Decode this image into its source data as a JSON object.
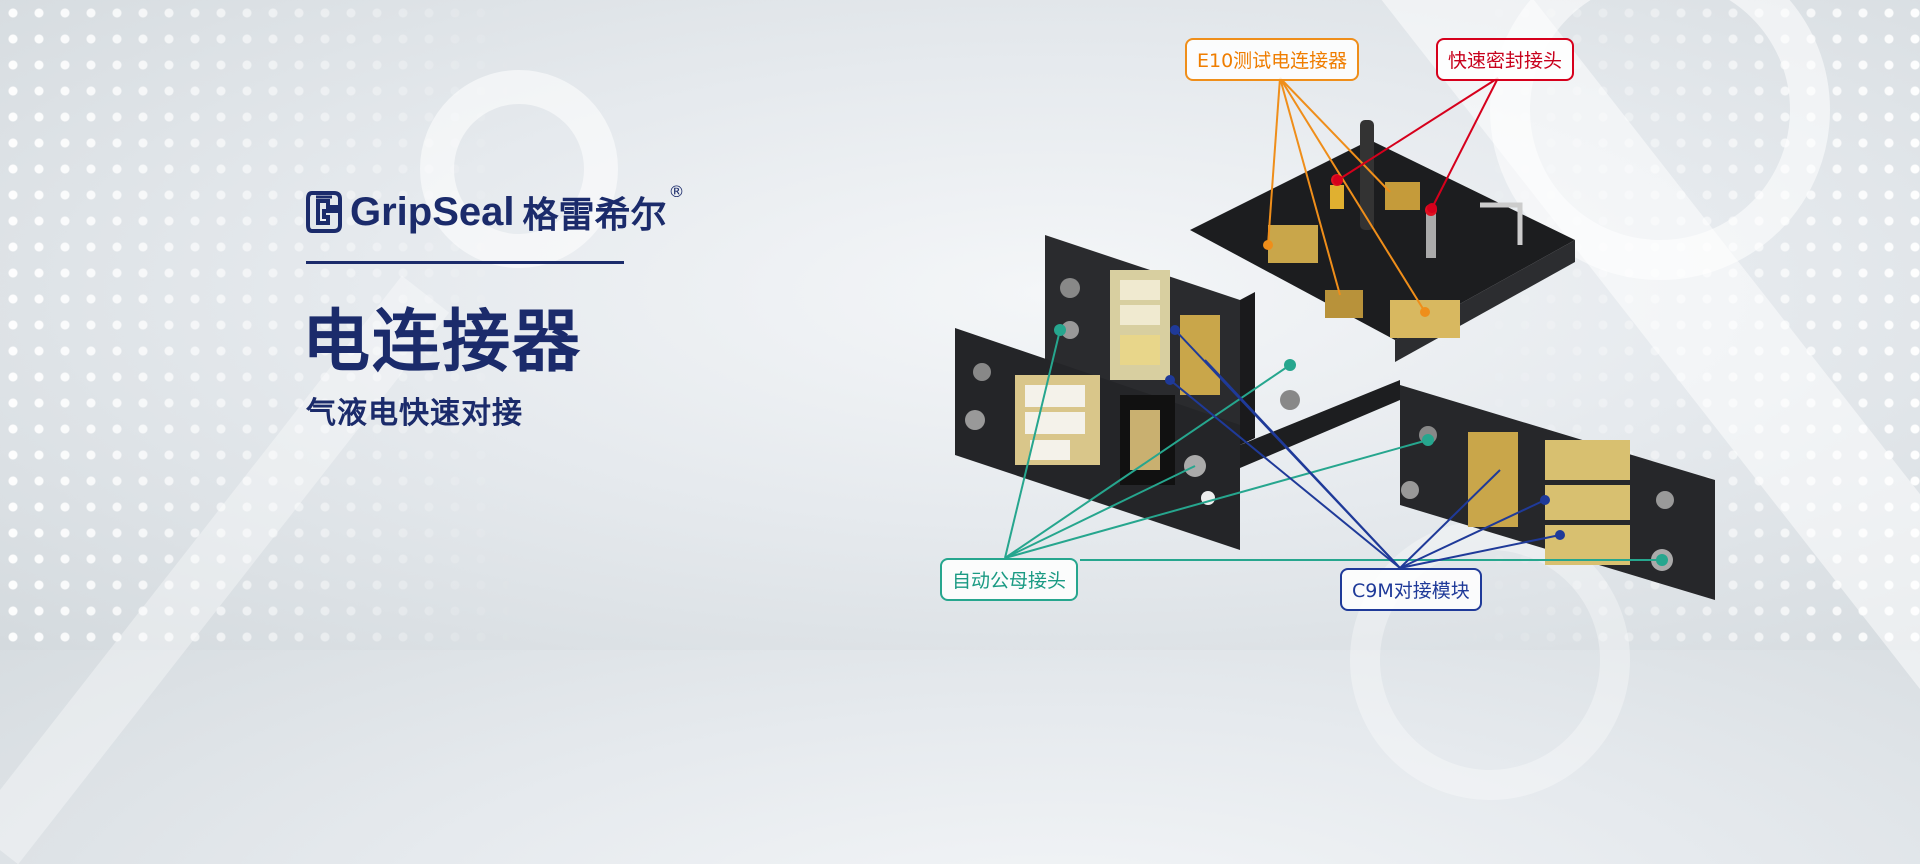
{
  "brand": {
    "name_en": "GripSeal",
    "name_cn": "格雷希尔",
    "registered": "®"
  },
  "hero": {
    "title": "电连接器",
    "subtitle": "气液电快速对接"
  },
  "callouts": {
    "e10": "E10测试电连接器",
    "quick_seal": "快速密封接头",
    "auto_coupler": "自动公母接头",
    "c9m": "C9M对接模块"
  },
  "colors": {
    "brand_navy": "#1b2b6b",
    "orange": "#ef8e1a",
    "red": "#d6001c",
    "green": "#26a68e",
    "blue": "#1f3a99"
  }
}
